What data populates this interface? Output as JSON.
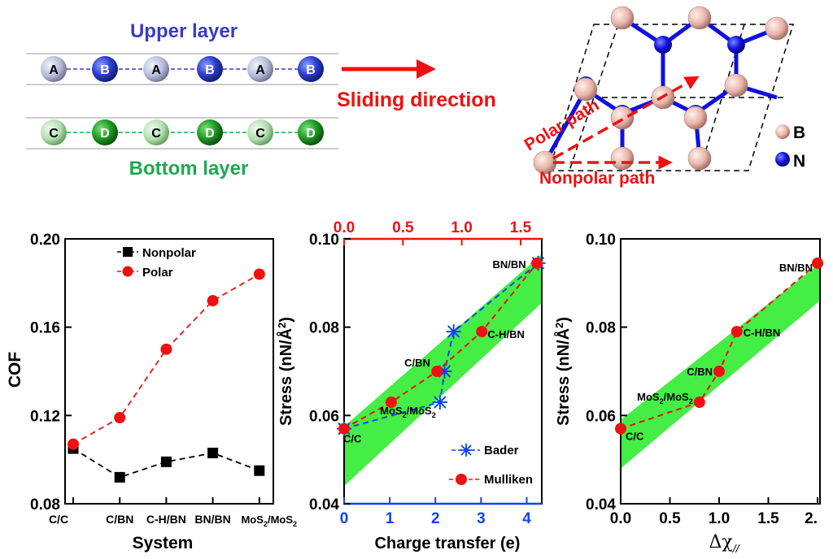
{
  "schematic": {
    "upper_label": "Upper layer",
    "bottom_label": "Bottom layer",
    "upper_atoms": [
      "A",
      "B",
      "A",
      "B",
      "A",
      "B"
    ],
    "bottom_atoms": [
      "C",
      "D",
      "C",
      "D",
      "C",
      "D"
    ],
    "sliding_label": "Sliding direction",
    "polar_path_label": "Polar path",
    "nonpolar_path_label": "Nonpolar path",
    "legend_b": "B",
    "legend_n": "N",
    "colors": {
      "upper_label": "#3a3ac8",
      "bottom_label": "#1fa850",
      "arrow": "#ee1111",
      "atom_b": "#f0c8c0",
      "atom_n": "#1010e0"
    }
  },
  "chart_data": [
    {
      "type": "line",
      "xlabel": "System",
      "ylabel": "COF",
      "categories": [
        "C/C",
        "C/BN",
        "C-H/BN",
        "BN/BN",
        "MoS2/MoS2"
      ],
      "category_labels": [
        {
          "main": "C/C",
          "sub": ""
        },
        {
          "main": "C/BN",
          "sub": ""
        },
        {
          "main": "C-H/BN",
          "sub": ""
        },
        {
          "main": "BN/BN",
          "sub": ""
        },
        {
          "main": "MoS",
          "sub": "2",
          "main2": "/MoS",
          "sub2": "2"
        }
      ],
      "ylim": [
        0.08,
        0.2
      ],
      "yticks": [
        "0.08",
        "0.12",
        "0.16",
        "0.20"
      ],
      "series": [
        {
          "name": "Nonpolar",
          "color": "#000000",
          "marker": "square",
          "values": [
            0.105,
            0.092,
            0.099,
            0.103,
            0.095
          ]
        },
        {
          "name": "Polar",
          "color": "#ee1111",
          "marker": "circle",
          "values": [
            0.107,
            0.119,
            0.15,
            0.172,
            0.184
          ]
        }
      ],
      "legend": "top"
    },
    {
      "type": "line",
      "xlabel": "Charge transfer (e)",
      "ylabel_parts": [
        "Stress (nN/Å",
        "2",
        ")"
      ],
      "xlim": [
        0,
        4.33
      ],
      "xticks": [
        "0",
        "1",
        "2",
        "3",
        "4"
      ],
      "x2lim": [
        0,
        1.68
      ],
      "x2ticks": [
        "0.0",
        "0.5",
        "1.0",
        "1.5"
      ],
      "ylim": [
        0.04,
        0.1
      ],
      "yticks": [
        "0.04",
        "0.06",
        "0.08",
        "0.10"
      ],
      "band_color": "#44ee44",
      "series": [
        {
          "name": "Bader",
          "color": "#1144ee",
          "marker": "asterisk",
          "axis": "bottom",
          "x": [
            0.0,
            2.1,
            2.2,
            2.4,
            4.25
          ],
          "y": [
            0.057,
            0.063,
            0.07,
            0.079,
            0.0945
          ]
        },
        {
          "name": "Mulliken",
          "color": "#ee1111",
          "marker": "circle",
          "axis": "top",
          "x": [
            0.0,
            0.4,
            0.79,
            1.17,
            1.64
          ],
          "y": [
            0.057,
            0.063,
            0.07,
            0.079,
            0.0945
          ]
        }
      ],
      "point_labels": [
        {
          "text": "C/C",
          "x": 0.0,
          "y": 0.057
        },
        {
          "text": "MoS2/MoS2",
          "main": "MoS",
          "sub": "2",
          "main2": "/MoS",
          "sub2": "2",
          "x": 1.0,
          "y": 0.063
        },
        {
          "text": "C/BN",
          "x": 2.1,
          "y": 0.07
        },
        {
          "text": "C-H/BN",
          "x": 3.0,
          "y": 0.079
        },
        {
          "text": "BN/BN",
          "x": 4.2,
          "y": 0.0945
        }
      ],
      "legend": "bottom-right"
    },
    {
      "type": "line",
      "xlabel_parts": [
        "Δχ",
        "//"
      ],
      "ylabel_parts": [
        "Stress (nN/Å",
        "2",
        ")"
      ],
      "xlim": [
        0,
        2.0
      ],
      "xticks": [
        "0.0",
        "0.5",
        "1.0",
        "1.5",
        "2."
      ],
      "ylim": [
        0.04,
        0.1
      ],
      "yticks": [
        "0.04",
        "0.06",
        "0.08",
        "0.10"
      ],
      "band_color": "#44ee44",
      "series": [
        {
          "name": "",
          "color": "#ee1111",
          "marker": "circle",
          "x": [
            0.0,
            0.8,
            1.0,
            1.18,
            2.0
          ],
          "y": [
            0.057,
            0.063,
            0.07,
            0.079,
            0.0945
          ]
        }
      ],
      "point_labels": [
        {
          "text": "C/C",
          "x": 0.0,
          "y": 0.057
        },
        {
          "text": "MoS2/MoS2",
          "main": "MoS",
          "sub": "2",
          "main2": "/MoS",
          "sub2": "2",
          "x": 0.8,
          "y": 0.063
        },
        {
          "text": "C/BN",
          "x": 1.0,
          "y": 0.07
        },
        {
          "text": "C-H/BN",
          "x": 1.18,
          "y": 0.079
        },
        {
          "text": "BN/BN",
          "x": 2.0,
          "y": 0.0945
        }
      ]
    }
  ]
}
